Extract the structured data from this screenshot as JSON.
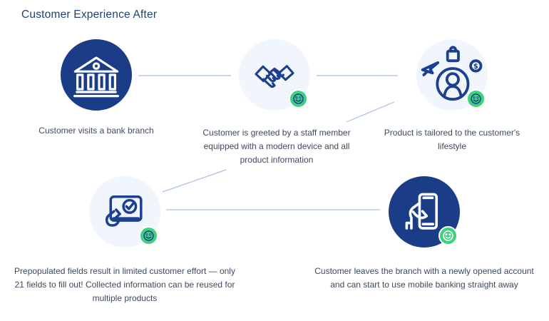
{
  "title": "Customer Experience After",
  "colors": {
    "dark_circle": "#1b3c87",
    "light_circle": "#f1f5fc",
    "icon_stroke": "#1d3f8f",
    "badge_green": "#3ed17e",
    "connector_line": "#a8c0e8",
    "title_text": "#1d4370",
    "body_text": "#3d4a5f"
  },
  "steps": [
    {
      "icon": "bank-branch-icon",
      "variant": "dark",
      "badge": null,
      "label": "Customer visits a bank branch"
    },
    {
      "icon": "handshake-icon",
      "variant": "light",
      "badge": "smiley",
      "label": "Customer is greeted by a staff member\nequipped with a modern device and all\nproduct information"
    },
    {
      "icon": "customer-lifestyle-icon",
      "variant": "light",
      "badge": "smiley",
      "label": "Product is tailored to the customer's\nlifestyle"
    },
    {
      "icon": "prefilled-form-icon",
      "variant": "light",
      "badge": "smiley",
      "label": "Prepopulated fields result in limited customer effort — only\n21 fields to fill out! Collected information can be reused for\nmultiple products"
    },
    {
      "icon": "mobile-banking-icon",
      "variant": "dark",
      "badge": "smiley",
      "label": "Customer leaves the branch with a newly opened account\nand can start to use mobile banking straight away"
    }
  ]
}
